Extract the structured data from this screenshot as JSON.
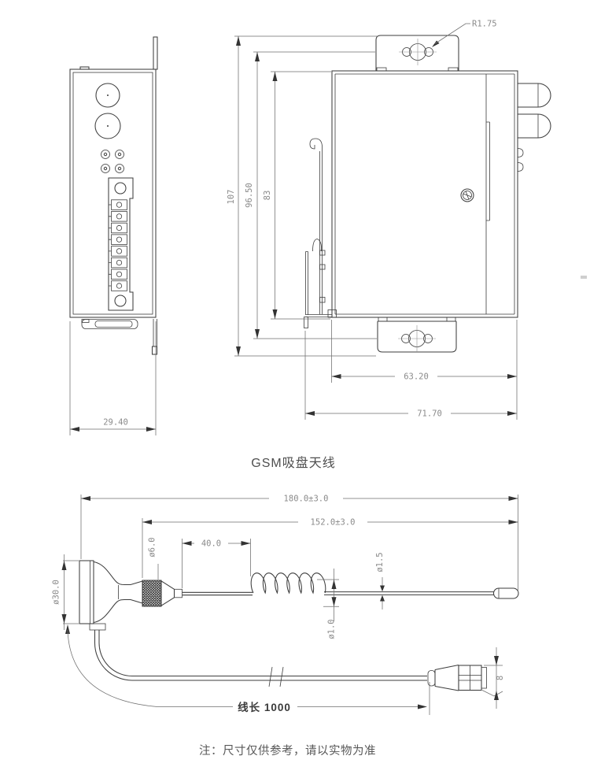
{
  "title": "GSM吸盘天线",
  "note": "注：尺寸仅供参考，请以实物为准",
  "front_view": {
    "width": "29.40"
  },
  "side_view": {
    "overall_height": "107",
    "keyhole_span": "96.50",
    "body_height": "83",
    "body_depth": "63.20",
    "overall_depth": "71.70",
    "keyhole_radius": "R1.75"
  },
  "antenna": {
    "overall_length": "180.0±3.0",
    "whip_length": "152.0±3.0",
    "rod_length": "40.0",
    "base_diameter": "ø6.0",
    "cup_diameter": "ø30.0",
    "whip_diameter": "ø1.5",
    "coil_wire_diameter": "ø1.0",
    "cable_length_label": "线长 1000",
    "connector_size": "8"
  }
}
